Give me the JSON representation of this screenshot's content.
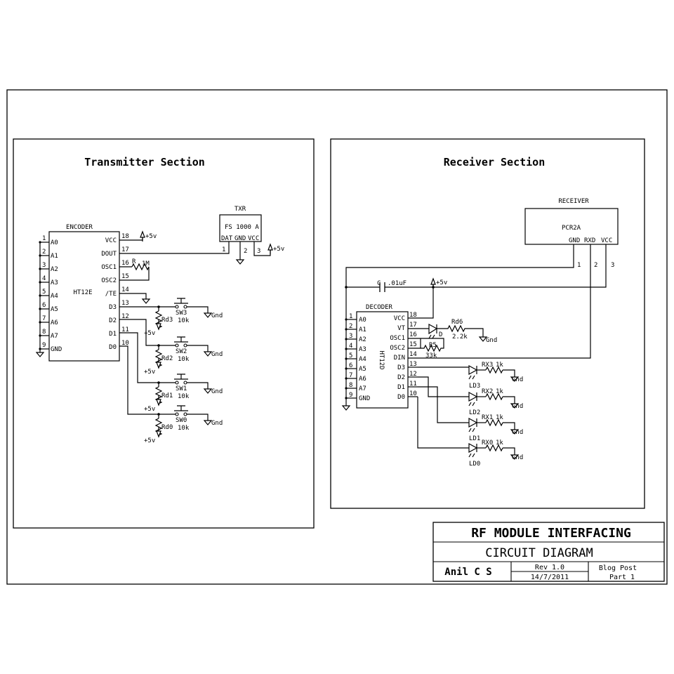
{
  "transmitter": {
    "title": "Transmitter Section",
    "encoder": {
      "label": "ENCODER",
      "part": "HT12E",
      "left_pins": [
        {
          "num": "1",
          "name": "A0"
        },
        {
          "num": "2",
          "name": "A1"
        },
        {
          "num": "3",
          "name": "A2"
        },
        {
          "num": "4",
          "name": "A3"
        },
        {
          "num": "5",
          "name": "A4"
        },
        {
          "num": "6",
          "name": "A5"
        },
        {
          "num": "7",
          "name": "A6"
        },
        {
          "num": "8",
          "name": "A7"
        },
        {
          "num": "9",
          "name": "GND"
        }
      ],
      "right_pins": [
        {
          "num": "18",
          "name": "VCC"
        },
        {
          "num": "17",
          "name": "DOUT"
        },
        {
          "num": "16",
          "name": "OSC1"
        },
        {
          "num": "15",
          "name": "OSC2"
        },
        {
          "num": "14",
          "name": "/TE"
        },
        {
          "num": "13",
          "name": "D3"
        },
        {
          "num": "12",
          "name": "D2"
        },
        {
          "num": "11",
          "name": "D1"
        },
        {
          "num": "10",
          "name": "D0"
        }
      ]
    },
    "txr": {
      "label": "TXR",
      "part": "FS 1000 A",
      "pin_dat": "DAT",
      "pin_gnd": "GND",
      "pin_vcc": "VCC",
      "n1": "1",
      "n2": "2",
      "n3": "3"
    },
    "osc_resistor": {
      "name": "R",
      "value": "1M"
    },
    "vcc_label": "+5v",
    "switches": [
      {
        "sw": "SW3",
        "rd": "Rd3",
        "val": "10k",
        "gnd": "Gnd",
        "vcc": "+5v"
      },
      {
        "sw": "SW2",
        "rd": "Rd2",
        "val": "10k",
        "gnd": "Gnd",
        "vcc": "+5v"
      },
      {
        "sw": "SW1",
        "rd": "Rd1",
        "val": "10k",
        "gnd": "Gnd",
        "vcc": "+5v"
      },
      {
        "sw": "SW0",
        "rd": "Rd0",
        "val": "10k",
        "gnd": "Gnd",
        "vcc": "+5v"
      }
    ]
  },
  "receiver": {
    "title": "Receiver Section",
    "module": {
      "label": "RECEIVER",
      "part": "PCR2A",
      "pin_gnd": "GND",
      "pin_rxd": "RXD",
      "pin_vcc": "VCC",
      "n1": "1",
      "n2": "2",
      "n3": "3"
    },
    "capacitor": {
      "name": "C",
      "value": ".01uF"
    },
    "vcc_label": "+5v",
    "decoder": {
      "label": "DECODER",
      "part": "HT12D",
      "left_pins": [
        {
          "num": "1",
          "name": "A0"
        },
        {
          "num": "2",
          "name": "A1"
        },
        {
          "num": "3",
          "name": "A2"
        },
        {
          "num": "4",
          "name": "A3"
        },
        {
          "num": "5",
          "name": "A4"
        },
        {
          "num": "6",
          "name": "A5"
        },
        {
          "num": "7",
          "name": "A6"
        },
        {
          "num": "8",
          "name": "A7"
        },
        {
          "num": "9",
          "name": "GND"
        }
      ],
      "right_pins": [
        {
          "num": "18",
          "name": "VCC"
        },
        {
          "num": "17",
          "name": "VT"
        },
        {
          "num": "16",
          "name": "OSC1"
        },
        {
          "num": "15",
          "name": "OSC2"
        },
        {
          "num": "14",
          "name": "DIN"
        },
        {
          "num": "13",
          "name": "D3"
        },
        {
          "num": "12",
          "name": "D2"
        },
        {
          "num": "11",
          "name": "D1"
        },
        {
          "num": "10",
          "name": "D0"
        }
      ]
    },
    "vt_led": {
      "name": "D",
      "res": "Rd6",
      "val": "2.2k",
      "gnd": "Gnd"
    },
    "osc_res": {
      "name": "R5",
      "val": "33k"
    },
    "leds": [
      {
        "led": "LD3",
        "res": "RX3",
        "val": "1k",
        "gnd": "Gnd"
      },
      {
        "led": "LD2",
        "res": "RX2",
        "val": "1k",
        "gnd": "Gnd"
      },
      {
        "led": "LD1",
        "res": "RX1",
        "val": "1k",
        "gnd": "Gnd"
      },
      {
        "led": "LD0",
        "res": "RX0",
        "val": "1k",
        "gnd": "Gnd"
      }
    ]
  },
  "title_block": {
    "title": "RF MODULE INTERFACING",
    "subtitle": "CIRCUIT DIAGRAM",
    "author": "Anil C S",
    "rev": "Rev 1.0",
    "date": "14/7/2011",
    "doc": "Blog Post",
    "part": "Part 1"
  }
}
